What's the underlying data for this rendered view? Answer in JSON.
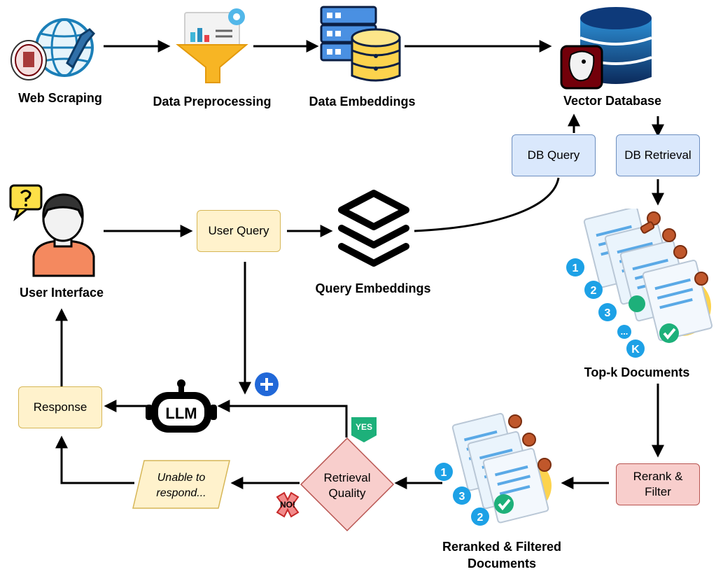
{
  "pipeline": {
    "web_scraping": "Web Scraping",
    "data_preprocessing": "Data Preprocessing",
    "data_embeddings": "Data Embeddings",
    "vector_database": "Vector Database"
  },
  "query_flow": {
    "db_query": "DB Query",
    "db_retrieval": "DB Retrieval",
    "user_interface": "User Interface",
    "user_query": "User Query",
    "query_embeddings": "Query Embeddings",
    "top_k_documents": "Top-k Documents"
  },
  "answer_flow": {
    "response": "Response",
    "llm": "LLM",
    "rerank_filter_line1": "Rerank &",
    "rerank_filter_line2": "Filter",
    "retrieval_quality_line1": "Retrieval",
    "retrieval_quality_line2": "Quality",
    "unable_line1": "Unable to",
    "unable_line2": "respond...",
    "reranked_line1": "Reranked & Filtered",
    "reranked_line2": "Documents",
    "yes_badge": "YES",
    "no_badge": "NO!"
  },
  "document_badges": {
    "top_k": [
      "1",
      "2",
      "3",
      "...",
      "K"
    ],
    "reranked": [
      "1",
      "3",
      "2"
    ]
  },
  "icons": [
    "globe-icon",
    "seal-icon",
    "funnel-chart-icon",
    "server-database-icon",
    "database-icon",
    "gamecock-logo",
    "user-question-icon",
    "layers-icon",
    "documents-stack-icon",
    "robot-llm-icon",
    "plus-icon"
  ],
  "colors": {
    "yellow_fill": "#fff2cc",
    "blue_fill": "#dae8fc",
    "red_fill": "#f8cecc",
    "yes_green": "#1db07a",
    "badge_blue": "#1da1e6"
  }
}
